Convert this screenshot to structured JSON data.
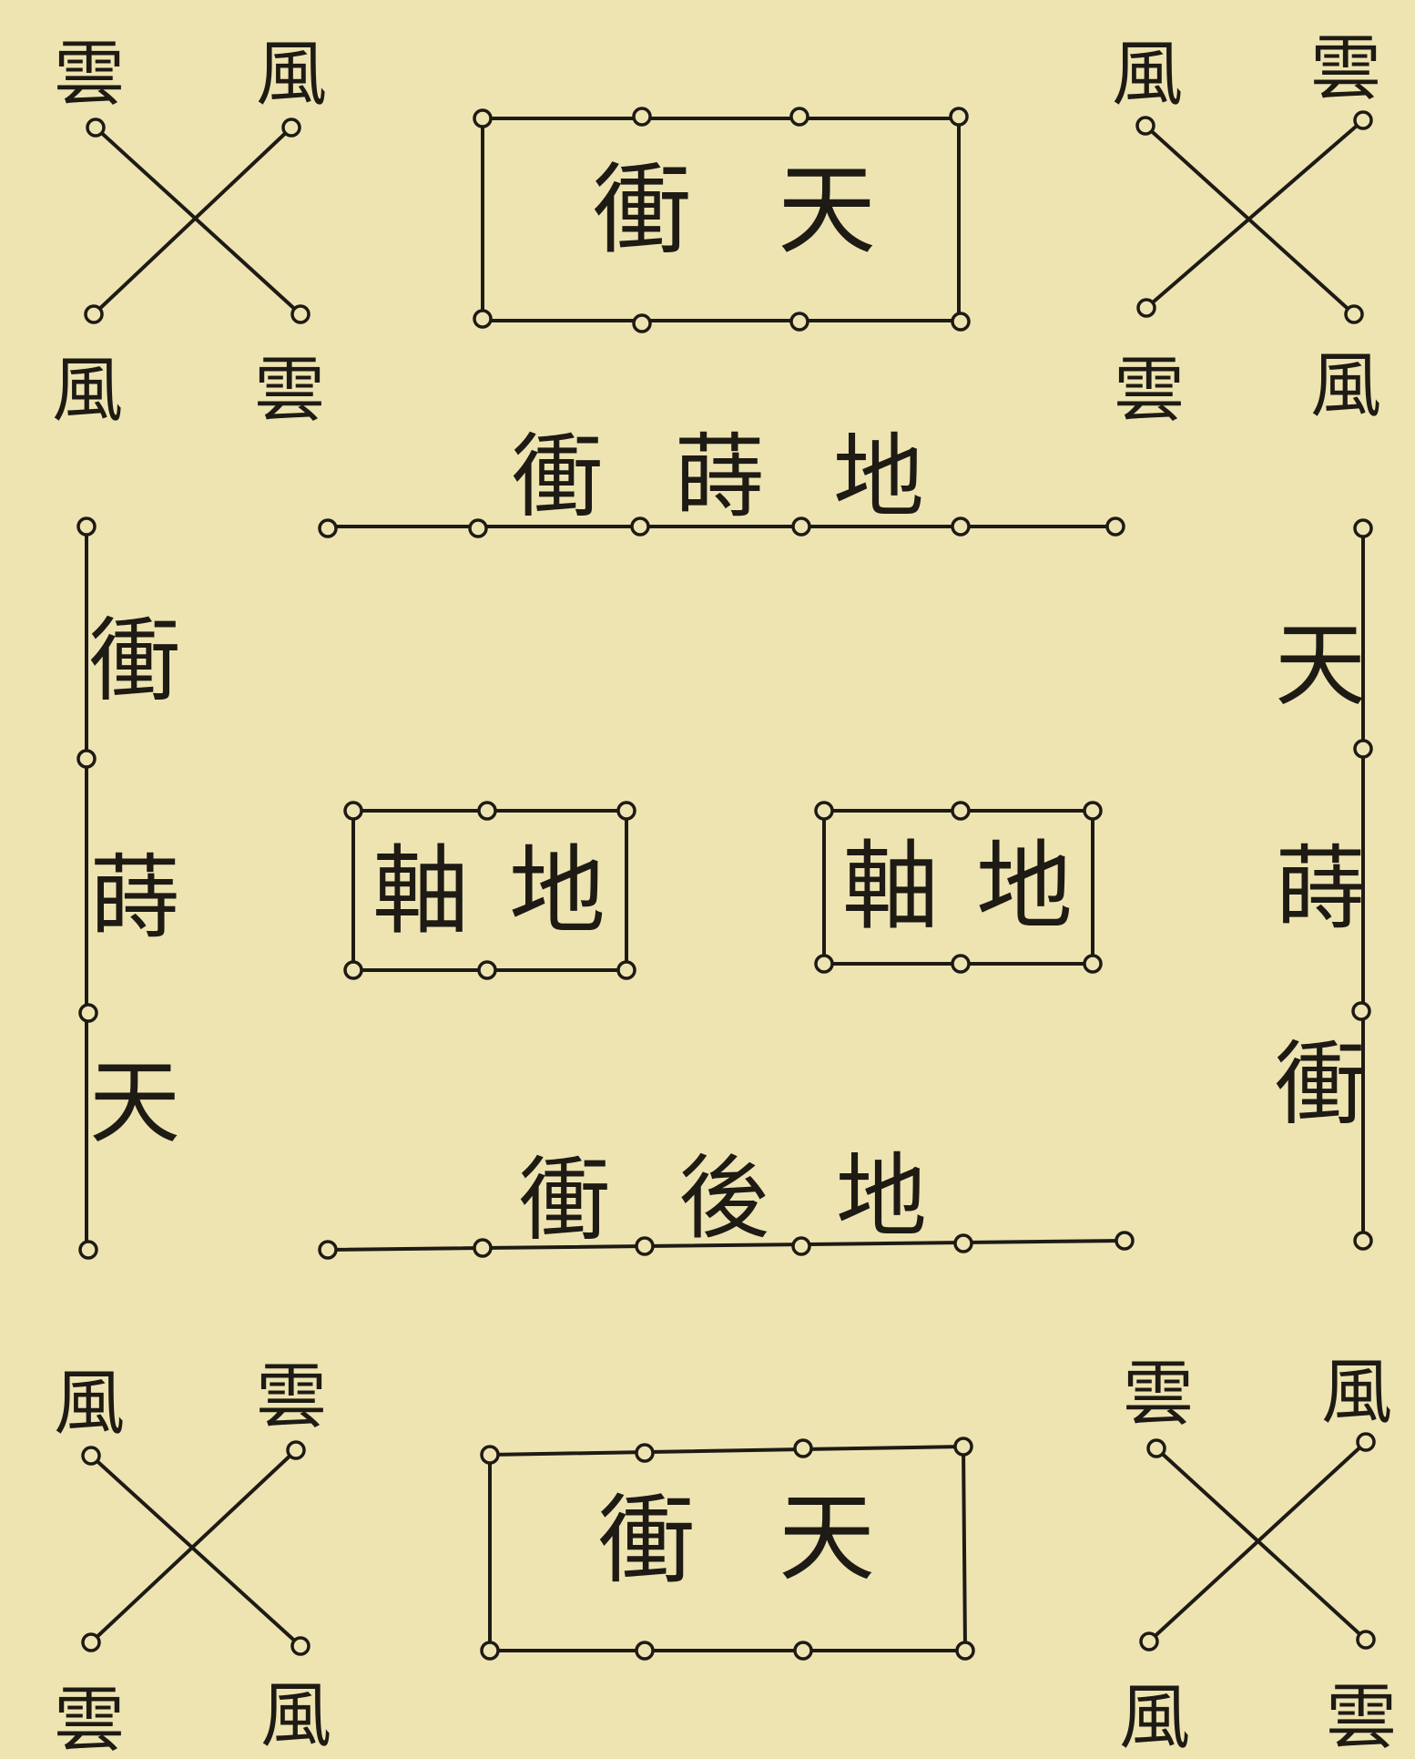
{
  "colors": {
    "paper": "#ede4b2",
    "ink": "#1e1a14"
  },
  "corners": [
    {
      "id": "top-left",
      "top_left": "雲",
      "top_right": "風",
      "bottom_left": "風",
      "bottom_right": "雲"
    },
    {
      "id": "top-right",
      "top_left": "風",
      "top_right": "雲",
      "bottom_left": "雲",
      "bottom_right": "風"
    },
    {
      "id": "bottom-left",
      "top_left": "風",
      "top_right": "雲",
      "bottom_left": "雲",
      "bottom_right": "風"
    },
    {
      "id": "bottom-right",
      "top_left": "雲",
      "top_right": "風",
      "bottom_left": "風",
      "bottom_right": "雲"
    }
  ],
  "top_box": {
    "chars": [
      "衝",
      "天"
    ]
  },
  "front_row": {
    "chars": [
      "衝",
      "蒔",
      "地"
    ]
  },
  "left_column": {
    "chars": [
      "衝",
      "蒔",
      "天"
    ]
  },
  "right_column": {
    "chars": [
      "天",
      "蒔",
      "衝"
    ]
  },
  "axis_boxes": [
    {
      "id": "left",
      "chars": [
        "軸",
        "地"
      ]
    },
    {
      "id": "right",
      "chars": [
        "軸",
        "地"
      ]
    }
  ],
  "rear_row": {
    "chars": [
      "衝",
      "後",
      "地"
    ]
  },
  "bottom_box": {
    "chars": [
      "衝",
      "天"
    ]
  }
}
